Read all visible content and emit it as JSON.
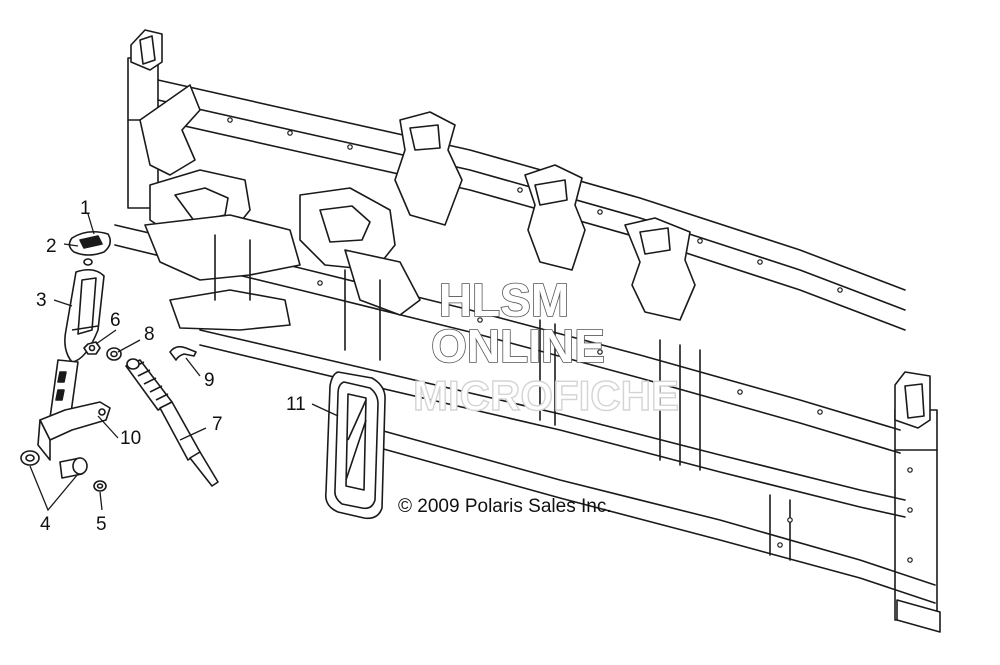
{
  "watermark": {
    "line1": "HLSM",
    "line2": "ONLINE",
    "line3": "MICROFICHE"
  },
  "copyright": "© 2009 Polaris Sales Inc.",
  "callouts": [
    {
      "id": "1",
      "label": "1"
    },
    {
      "id": "2",
      "label": "2"
    },
    {
      "id": "3",
      "label": "3"
    },
    {
      "id": "4",
      "label": "4"
    },
    {
      "id": "5",
      "label": "5"
    },
    {
      "id": "6",
      "label": "6"
    },
    {
      "id": "7",
      "label": "7"
    },
    {
      "id": "8",
      "label": "8"
    },
    {
      "id": "9",
      "label": "9"
    },
    {
      "id": "10",
      "label": "10"
    },
    {
      "id": "11",
      "label": "11"
    }
  ],
  "colors": {
    "line": "#1a1a1a",
    "background": "#ffffff",
    "watermark_stroke": "#555555"
  }
}
